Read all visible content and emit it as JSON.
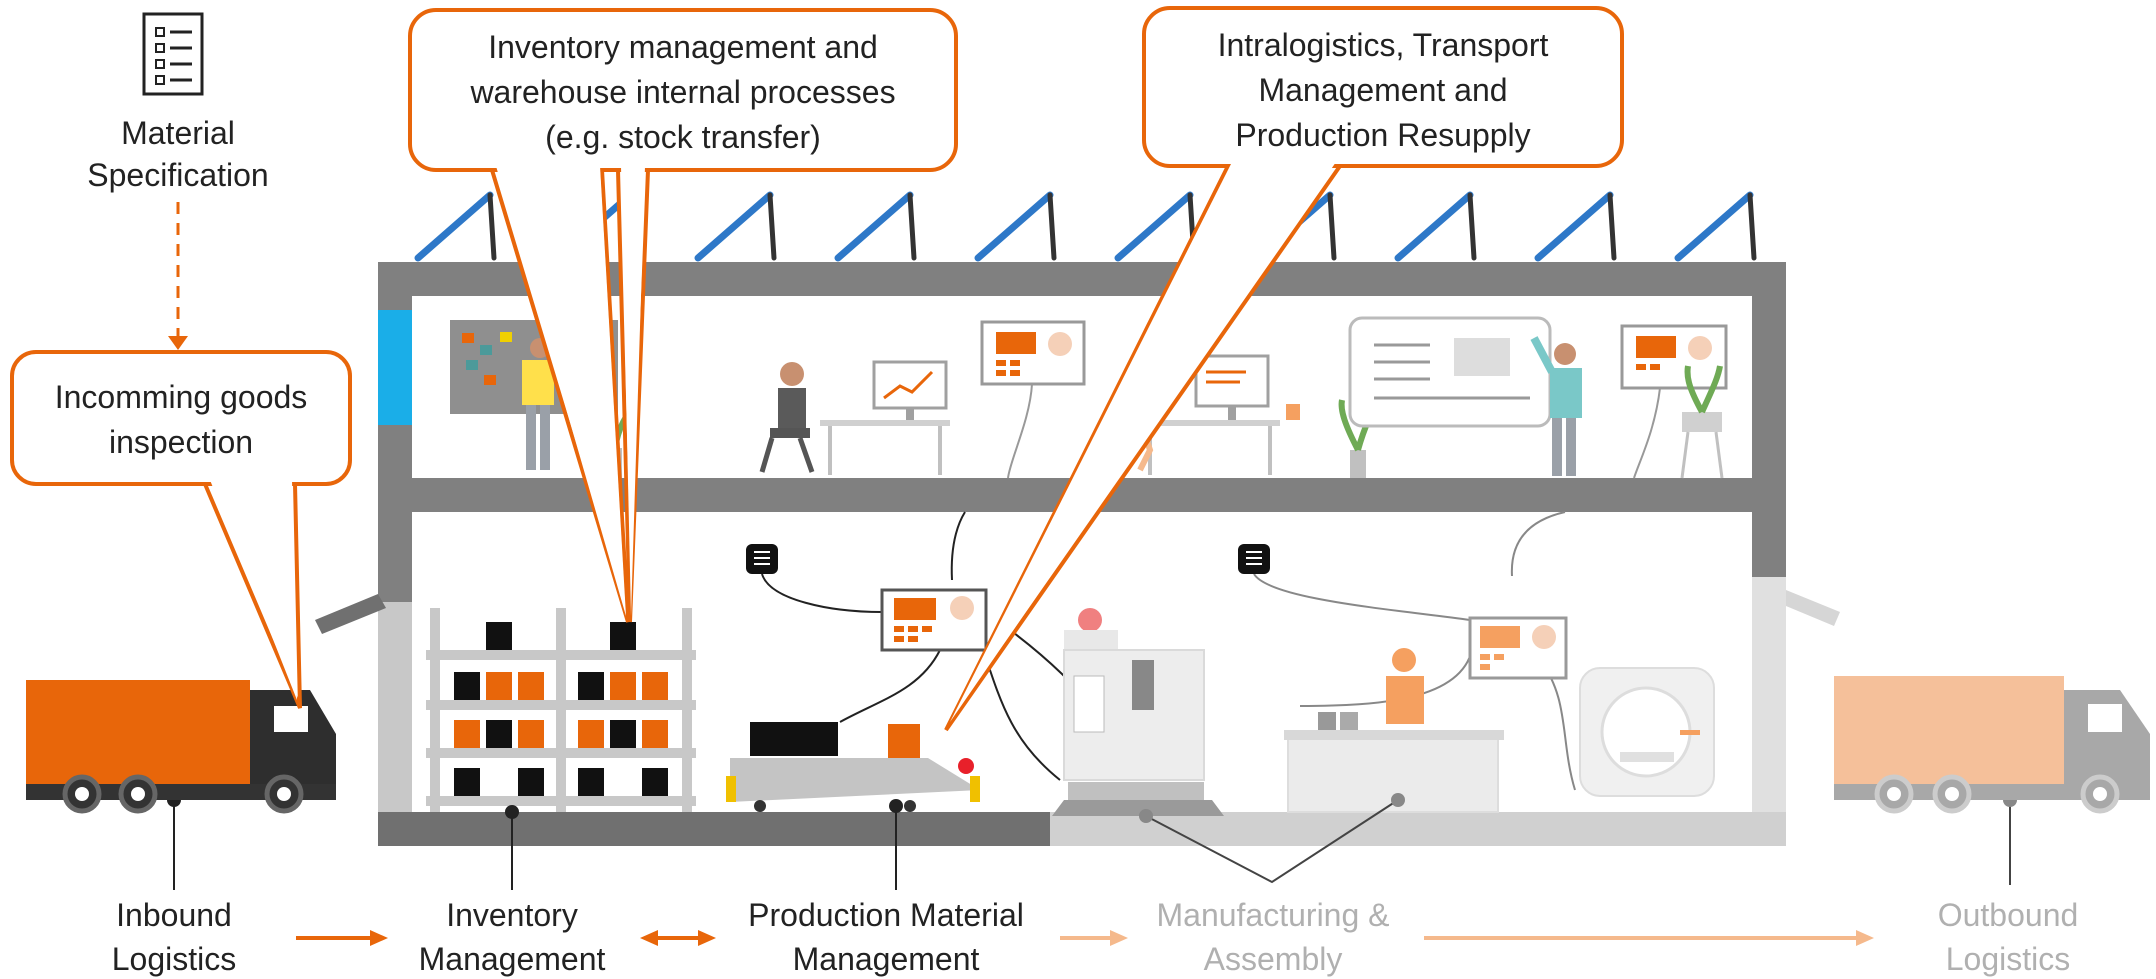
{
  "colors": {
    "accent": "#E8660A",
    "accent_light": "#F5B98C",
    "wall": "#808080",
    "light_wall": "#C8C8C8",
    "text": "#222222",
    "faded_text": "#B0B0B0",
    "solar_blue": "#2E78C8",
    "window_blue": "#1AAEE8"
  },
  "top_specification": {
    "icon": "checklist-icon",
    "label_line1": "Material",
    "label_line2": "Specification"
  },
  "callouts": {
    "incoming": {
      "line1": "Incomming goods",
      "line2": "inspection"
    },
    "inventory": {
      "line1": "Inventory management and",
      "line2": "warehouse internal processes",
      "line3": "(e.g. stock transfer)"
    },
    "intralogistics": {
      "line1": "Intralogistics, Transport",
      "line2": "Management and",
      "line3": "Production Resupply"
    }
  },
  "stages": [
    {
      "line1": "Inbound",
      "line2": "Logistics",
      "active": true
    },
    {
      "line1": "Inventory",
      "line2": "Management",
      "active": true
    },
    {
      "line1": "Production Material",
      "line2": "Management",
      "active": true
    },
    {
      "line1": "Manufacturing &",
      "line2": "Assembly",
      "active": false
    },
    {
      "line1": "Outbound",
      "line2": "Logistics",
      "active": false
    }
  ]
}
